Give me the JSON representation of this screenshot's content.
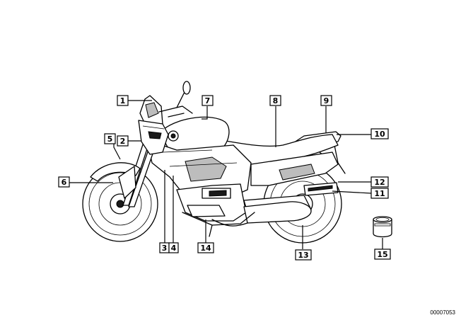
{
  "diagram": {
    "callouts": [
      {
        "id": "1",
        "label": "1"
      },
      {
        "id": "2",
        "label": "2"
      },
      {
        "id": "3",
        "label": "3"
      },
      {
        "id": "4",
        "label": "4"
      },
      {
        "id": "5",
        "label": "5"
      },
      {
        "id": "6",
        "label": "6"
      },
      {
        "id": "7",
        "label": "7"
      },
      {
        "id": "8",
        "label": "8"
      },
      {
        "id": "9",
        "label": "9"
      },
      {
        "id": "10",
        "label": "10"
      },
      {
        "id": "11",
        "label": "11"
      },
      {
        "id": "12",
        "label": "12"
      },
      {
        "id": "13",
        "label": "13"
      },
      {
        "id": "14",
        "label": "14"
      },
      {
        "id": "15",
        "label": "15"
      }
    ],
    "document_number": "00007053"
  }
}
